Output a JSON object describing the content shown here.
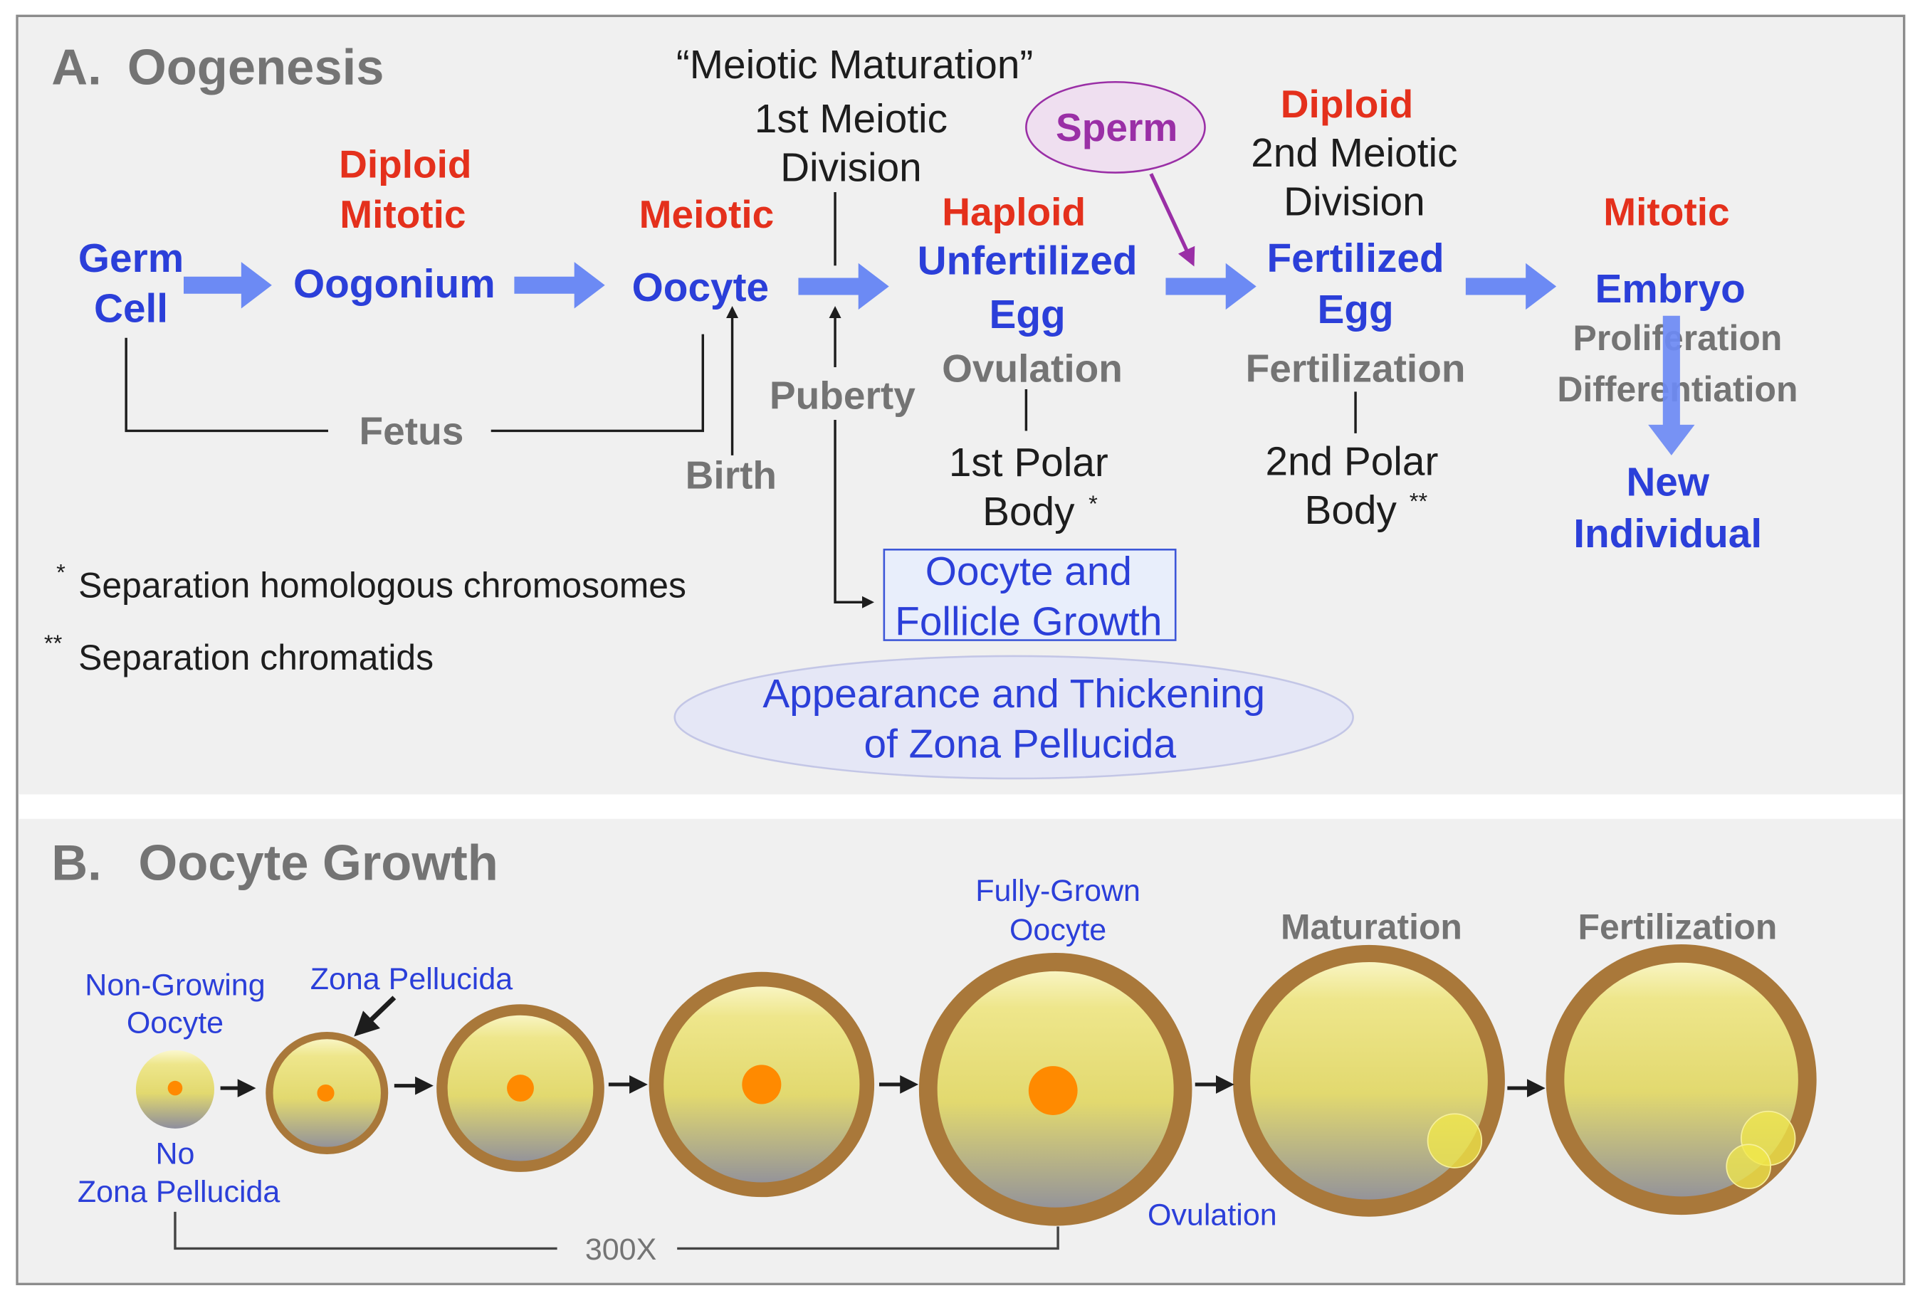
{
  "panel_a": {
    "label": "A.",
    "title": "Oogenesis",
    "meiotic_maturation": {
      "heading": "“Meiotic Maturation”",
      "line1": "1st Meiotic",
      "line2": "Division"
    },
    "sperm": "Sperm",
    "germ_cell": {
      "line1": "Germ",
      "line2": "Cell"
    },
    "oogonium": {
      "ploidy": "Diploid",
      "division": "Mitotic",
      "label": "Oogonium"
    },
    "oocyte": {
      "division": "Meiotic",
      "label": "Oocyte"
    },
    "unfertilized_egg": {
      "ploidy": "Haploid",
      "line1": "Unfertilized",
      "line2": "Egg"
    },
    "fertilized_egg": {
      "ploidy": "Diploid",
      "division_line1": "2nd Meiotic",
      "division_line2": "Division",
      "line1": "Fertilized",
      "line2": "Egg"
    },
    "embryo": {
      "division": "Mitotic",
      "label": "Embryo",
      "process1": "Proliferation",
      "process2": "Differentiation"
    },
    "new_individual": {
      "line1": "New",
      "line2": "Individual"
    },
    "ovulation": {
      "label": "Ovulation",
      "polar_line1": "1st Polar",
      "polar_line2": "Body",
      "mark": "*"
    },
    "fertilization": {
      "label": "Fertilization",
      "polar_line1": "2nd Polar",
      "polar_line2": "Body",
      "mark": "**"
    },
    "timeline": {
      "fetus": "Fetus",
      "birth": "Birth",
      "puberty": "Puberty"
    },
    "growth_box": {
      "line1": "Oocyte and",
      "line2": "Follicle Growth"
    },
    "zona_ellipse": {
      "line1": "Appearance and Thickening",
      "line2": "of Zona Pellucida"
    },
    "footnotes": [
      {
        "mark": "*",
        "text": "Separation homologous chromosomes"
      },
      {
        "mark": "**",
        "text": "Separation chromatids"
      }
    ]
  },
  "panel_b": {
    "label": "B.",
    "title": "Oocyte Growth",
    "non_growing": {
      "line1": "Non-Growing",
      "line2": "Oocyte"
    },
    "zona_pellucida": "Zona Pellucida",
    "no_zona": {
      "line1": "No",
      "line2": "Zona Pellucida"
    },
    "fully_grown": {
      "line1": "Fully-Grown",
      "line2": "Oocyte"
    },
    "maturation": "Maturation",
    "fertilization": "Fertilization",
    "ovulation": "Ovulation",
    "scale": "300X"
  },
  "colors": {
    "panel_background": "#f0f0f0",
    "cell_label": "#2b3fd9",
    "ploidy_label": "#e4301c",
    "stage_label": "#747474",
    "body_text": "#1d1d1d",
    "stage_arrow": "#6c8af4",
    "sperm": "#9a2fa6",
    "zona_ring": "#a9783a",
    "nucleus": "#ff8a00"
  }
}
